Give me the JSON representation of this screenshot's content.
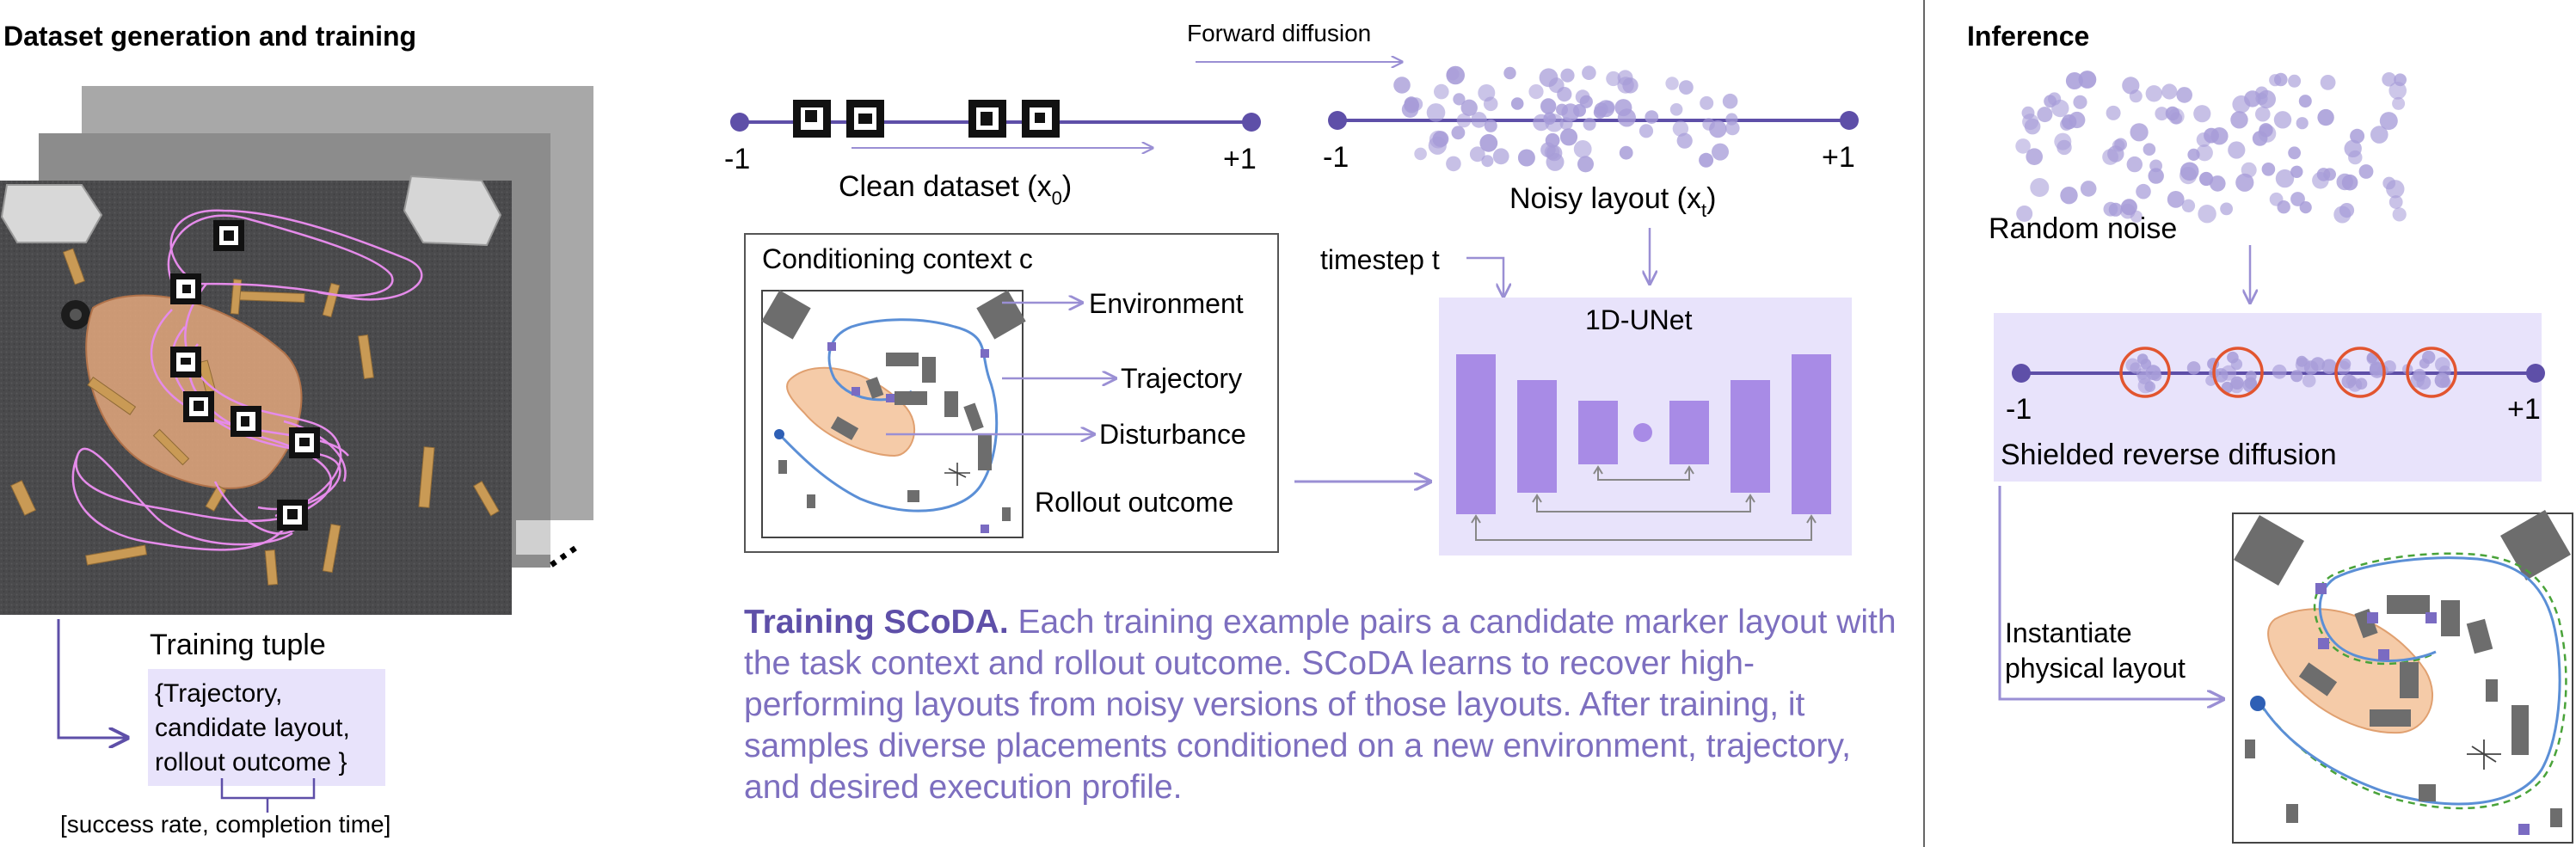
{
  "colors": {
    "purple": "#7a6bc2",
    "purple_dark": "#5e4fa8",
    "lavender_box": "#e8e3fb",
    "unet_block": "#a88be6",
    "pink_path": "#e58bea",
    "zone": "#f5cba8",
    "blue_path": "#5b8fd6",
    "green_path": "#4aa33a",
    "red_circle": "#e2552f",
    "dot": "#a79cd8"
  },
  "panel_training": {
    "title": "Dataset generation and training",
    "tuple_title": "Training tuple",
    "tuple_lines": [
      "{Trajectory,",
      "candidate layout,",
      "rollout outcome }"
    ],
    "outcome_label": "[success rate, completion time]",
    "ellipsis": "…"
  },
  "panel_middle": {
    "forward_label": "Forward diffusion",
    "clean_label": "Clean dataset (x",
    "clean_sub": "0",
    "noisy_label": "Noisy layout (x",
    "noisy_sub": "t",
    "axis_min": "-1",
    "axis_max": "+1",
    "context_title": "Conditioning context c",
    "context_items": [
      "Environment",
      "Trajectory",
      "Disturbance",
      "Rollout outcome"
    ],
    "timestep_label": "timestep t",
    "unet_label": "1D-UNet",
    "description_bold": "Training SCoDA.",
    "description_rest": " Each training example pairs a candidate marker layout with the task context and rollout outcome. SCoDA learns to recover high-performing layouts from noisy versions of those layouts. After training, it samples diverse placements conditioned on a new environment, trajectory, and desired execution profile."
  },
  "panel_inference": {
    "title": "Inference",
    "noise_label": "Random noise",
    "shielded_label": "Shielded reverse diffusion",
    "instantiate_lines": [
      "Instantiate",
      "physical layout"
    ],
    "axis_min": "-1",
    "axis_max": "+1"
  }
}
